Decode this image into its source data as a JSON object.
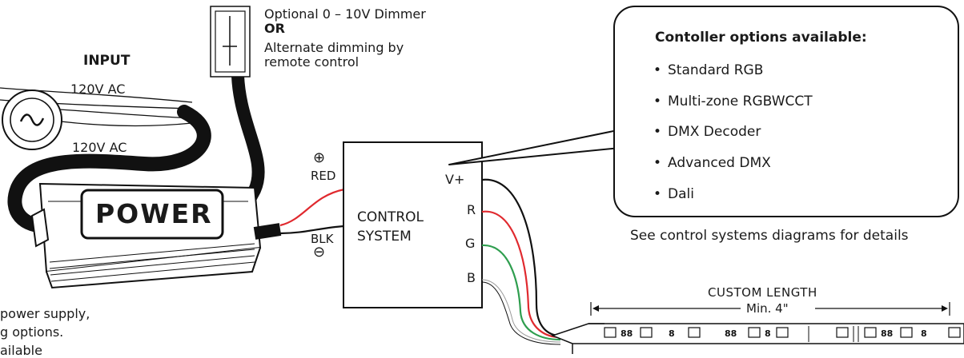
{
  "dimmer": {
    "line1": "Optional 0 – 10V Dimmer",
    "or": "OR",
    "line3": "Alternate dimming by",
    "line4": "remote control"
  },
  "input": {
    "title": "INPUT",
    "ac_top": "120V AC",
    "ac_bottom": "120V AC"
  },
  "power_label": "POWER",
  "wires": {
    "plus_symbol": "⊕",
    "red": "RED",
    "blk": "BLK",
    "minus_symbol": "⊖"
  },
  "control": {
    "line1": "CONTROL",
    "line2": "SYSTEM",
    "terminals": [
      "V+",
      "R",
      "G",
      "B"
    ]
  },
  "callout": {
    "title": "Contoller options available:",
    "items": [
      "Standard RGB",
      "Multi-zone RGBWCCT",
      "DMX Decoder",
      "Advanced DMX",
      "Dali"
    ]
  },
  "see_details": "See control systems diagrams for details",
  "strip": {
    "custom_length": "CUSTOM LENGTH",
    "min": "Min. 4\""
  },
  "left_note": {
    "line1": "power supply,",
    "line2": "g options.",
    "line3": "ailable"
  },
  "colors": {
    "ink": "#1a1a1a",
    "red_wire": "#e0292e",
    "green_wire": "#2f9e4f",
    "gray_wire": "#9a9a9a"
  }
}
